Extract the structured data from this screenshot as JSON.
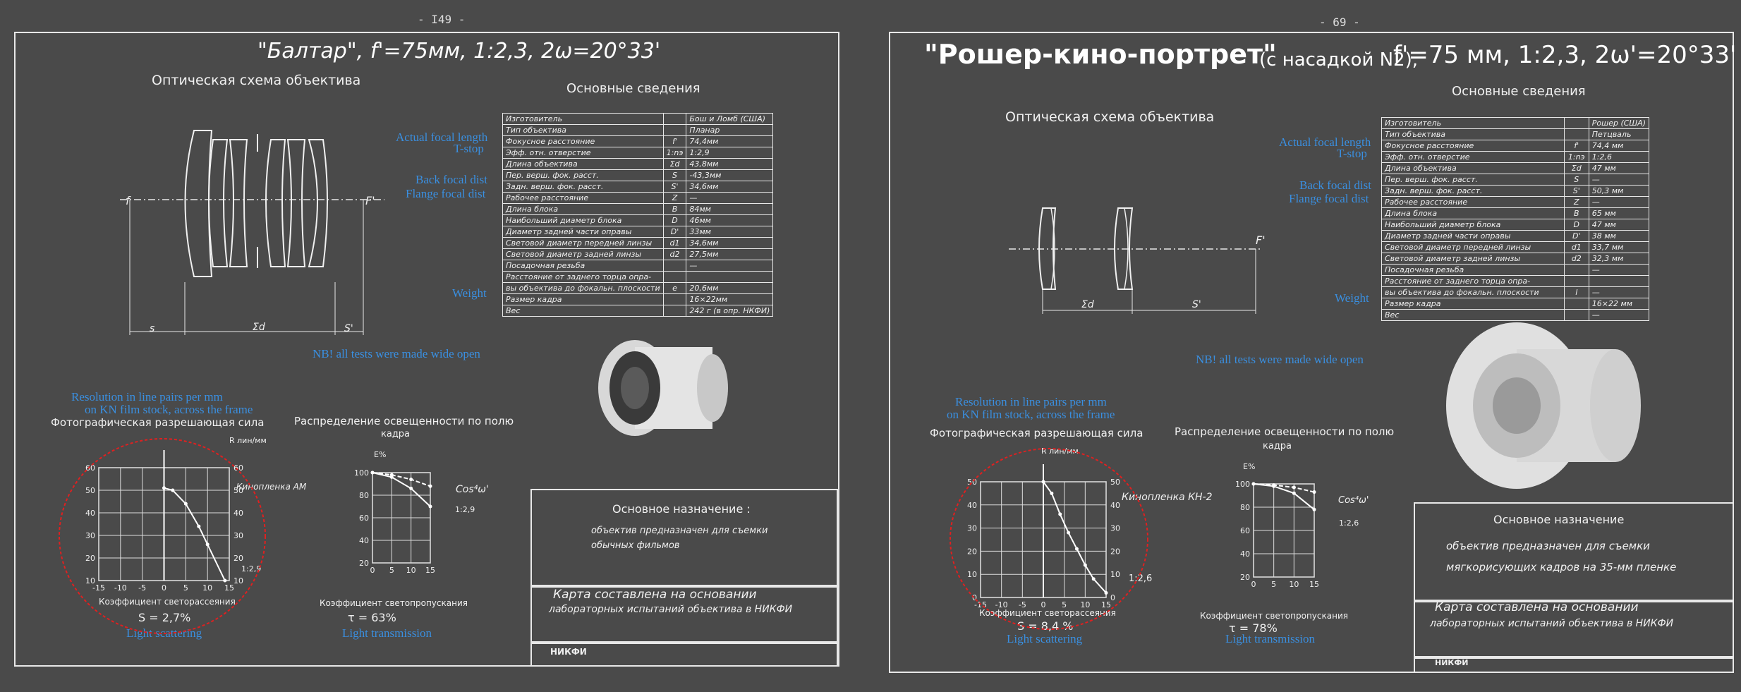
{
  "left": {
    "page_number": "- I49 -",
    "title": "\"Балтар\", f'=75мм, 1:2,3, 2ω=20°33'",
    "optical_scheme_label": "Оптическая схема объектива",
    "basic_info_label": "Основные сведения",
    "scheme_marks": {
      "f": "f",
      "f2": "F'",
      "s": "s",
      "sd": "Σd",
      "s2": "S'"
    },
    "notes": {
      "focal": "Actual focal length",
      "tstop": "T-stop",
      "bfd": "Back focal dist",
      "flange": "Flange focal dist",
      "weight": "Weight",
      "nb": "NB! all tests were made wide open",
      "resolution1": "Resolution in line pairs per mm",
      "resolution2": "on KN film stock, across the frame",
      "scatter": "Light scattering",
      "transmission": "Light transmission"
    },
    "spec_rows": [
      {
        "label": "Изготовитель",
        "sym": "",
        "val": "Бош и Ломб (США)"
      },
      {
        "label": "Тип объектива",
        "sym": "",
        "val": "Планар"
      },
      {
        "label": "Фокусное расстояние",
        "sym": "f'",
        "val": "74,4мм"
      },
      {
        "label": "Эфф. отн. отверстие",
        "sym": "1:nэ",
        "val": "1:2,9"
      },
      {
        "label": "Длина объектива",
        "sym": "Σd",
        "val": "43,8мм"
      },
      {
        "label": "Пер. верш. фок. расст.",
        "sym": "S",
        "val": "-43,3мм"
      },
      {
        "label": "Задн. верш. фок. расст.",
        "sym": "S'",
        "val": "34,6мм"
      },
      {
        "label": "Рабочее расстояние",
        "sym": "Z",
        "val": "—"
      },
      {
        "label": "Длина блока",
        "sym": "B",
        "val": "84мм"
      },
      {
        "label": "Наибольший диаметр блока",
        "sym": "D",
        "val": "46мм"
      },
      {
        "label": "Диаметр задней части оправы",
        "sym": "D'",
        "val": "33мм"
      },
      {
        "label": "Световой диаметр передней линзы",
        "sym": "d1",
        "val": "34,6мм"
      },
      {
        "label": "Световой диаметр задней линзы",
        "sym": "d2",
        "val": "27,5мм"
      },
      {
        "label": "Посадочная резьба",
        "sym": "",
        "val": "—"
      },
      {
        "label": "Расстояние от заднего торца опра-",
        "sym": "",
        "val": ""
      },
      {
        "label": "вы объектива до фокальн. плоскости",
        "sym": "e",
        "val": "20,6мм"
      },
      {
        "label": "Размер кадра",
        "sym": "",
        "val": "16×22мм"
      },
      {
        "label": "Вес",
        "sym": "",
        "val": "242 г (в опр. НКФИ)"
      }
    ],
    "resolution_title": "Фотографическая разрешающая сила",
    "resolution_axis": "R лин/мм",
    "film_label": "Кинопленка АМ",
    "aperture_label": "1:2,9",
    "scatter_axis": "Коэффициент светорассеяния",
    "scatter_value": "S = 2,7%",
    "illum_title1": "Распределение освещенности по полю",
    "illum_title2": "кадра",
    "illum_axis": "E%",
    "cos_label": "Cos⁴ω'",
    "illum_aperture": "1:2,9",
    "transmission_axis": "Коэффициент светопропускания",
    "transmission_value": "τ = 63%",
    "purpose_title": "Основное назначение :",
    "purpose_text1": "объектив предназначен для съемки",
    "purpose_text2": "обычных фильмов",
    "card_text1": "Карта составлена на основании",
    "card_text2": "лабораторных испытаний объектива в НИКФИ",
    "institute": "НИКФИ"
  },
  "right": {
    "page_number": "- 69 -",
    "title_main": "\"Рошер-кино-портрет\"",
    "title_sub": "(с насадкой N2),",
    "title_params": "f'=75 мм, 1:2,3, 2ω'=20°33'",
    "optical_scheme_label": "Оптическая схема объектива",
    "basic_info_label": "Основные сведения",
    "scheme_marks": {
      "f2": "F'",
      "sd": "Σd",
      "s2": "S'"
    },
    "notes": {
      "focal": "Actual focal length",
      "tstop": "T-stop",
      "bfd": "Back focal dist",
      "flange": "Flange focal dist",
      "weight": "Weight",
      "nb": "NB! all tests were made wide open",
      "resolution1": "Resolution in line pairs per mm",
      "resolution2": "on KN film stock, across the frame",
      "scatter": "Light scattering",
      "transmission": "Light transmission"
    },
    "spec_rows": [
      {
        "label": "Изготовитель",
        "sym": "",
        "val": "Рошер (США)"
      },
      {
        "label": "Тип объектива",
        "sym": "",
        "val": "Петцваль"
      },
      {
        "label": "Фокусное расстояние",
        "sym": "f'",
        "val": "74,4 мм"
      },
      {
        "label": "Эфф. отн. отверстие",
        "sym": "1:nэ",
        "val": "1:2,6"
      },
      {
        "label": "Длина объектива",
        "sym": "Σd",
        "val": "47 мм"
      },
      {
        "label": "Пер. верш. фок. расст.",
        "sym": "S",
        "val": "—"
      },
      {
        "label": "Задн. верш. фок. расст.",
        "sym": "S'",
        "val": "50,3 мм"
      },
      {
        "label": "Рабочее расстояние",
        "sym": "Z",
        "val": "—"
      },
      {
        "label": "Длина блока",
        "sym": "B",
        "val": "65 мм"
      },
      {
        "label": "Наибольший диаметр блока",
        "sym": "D",
        "val": "47 мм"
      },
      {
        "label": "Диаметр задней части оправы",
        "sym": "D'",
        "val": "38 мм"
      },
      {
        "label": "Световой диаметр передней линзы",
        "sym": "d1",
        "val": "33,7 мм"
      },
      {
        "label": "Световой диаметр задней линзы",
        "sym": "d2",
        "val": "32,3 мм"
      },
      {
        "label": "Посадочная резьба",
        "sym": "",
        "val": "—"
      },
      {
        "label": "Расстояние от заднего торца опра-",
        "sym": "",
        "val": ""
      },
      {
        "label": "вы объектива до фокальн. плоскости",
        "sym": "l",
        "val": "—"
      },
      {
        "label": "Размер кадра",
        "sym": "",
        "val": "16×22 мм"
      },
      {
        "label": "Вес",
        "sym": "",
        "val": "—"
      }
    ],
    "resolution_title": "Фотографическая разрешающая сила",
    "resolution_axis": "R лин/мм",
    "film_label": "Кинопленка КН-2",
    "aperture_label": "1:2,6",
    "scatter_axis": "Коэффициент светорассеяния",
    "scatter_value": "S = 8,4 %",
    "illum_title1": "Распределение освещенности по полю",
    "illum_title2": "кадра",
    "illum_axis": "E%",
    "cos_label": "Cos⁴ω'",
    "illum_aperture": "1:2,6",
    "transmission_axis": "Коэффициент светопропускания",
    "transmission_value": "τ = 78%",
    "purpose_title": "Основное назначение",
    "purpose_text1": "объектив предназначен для съемки",
    "purpose_text2": "мягкорисующих кадров на 35-мм пленке",
    "card_text1": "Карта составлена на основании",
    "card_text2": "лабораторных испытаний объектива в НИКФИ",
    "institute": "НИКФИ"
  },
  "chart_data": [
    {
      "type": "line",
      "name": "left-resolution",
      "x": [
        0,
        2,
        5,
        8,
        10,
        14
      ],
      "y": [
        51,
        50,
        44,
        34,
        26,
        10
      ],
      "xlim": [
        -15,
        15
      ],
      "ylim": [
        10,
        60
      ],
      "xticks": [
        -15,
        -10,
        -5,
        0,
        5,
        10,
        15
      ],
      "yticks": [
        10,
        20,
        30,
        40,
        50,
        60
      ],
      "xlabel": "",
      "ylabel": "R лин/мм"
    },
    {
      "type": "line",
      "name": "left-illumination",
      "series": [
        {
          "x": [
            0,
            5,
            10,
            15
          ],
          "y": [
            100,
            98,
            94,
            88
          ]
        },
        {
          "x": [
            0,
            5,
            10,
            15
          ],
          "y": [
            100,
            96,
            86,
            70
          ]
        }
      ],
      "xlim": [
        0,
        15
      ],
      "ylim": [
        20,
        100
      ],
      "xticks": [
        0,
        5,
        10,
        15
      ],
      "yticks": [
        20,
        40,
        60,
        80,
        100
      ],
      "ylabel": "E%"
    },
    {
      "type": "line",
      "name": "right-resolution",
      "x": [
        0,
        2,
        4,
        6,
        8,
        10,
        12,
        15
      ],
      "y": [
        50,
        45,
        36,
        28,
        21,
        14,
        8,
        2
      ],
      "xlim": [
        -15,
        15
      ],
      "ylim": [
        0,
        50
      ],
      "xticks": [
        -15,
        -10,
        -5,
        0,
        5,
        10,
        15
      ],
      "yticks": [
        0,
        10,
        20,
        30,
        40,
        50
      ],
      "ylabel": "R лин/мм"
    },
    {
      "type": "line",
      "name": "right-illumination",
      "series": [
        {
          "x": [
            0,
            5,
            10,
            15
          ],
          "y": [
            100,
            99,
            97,
            93
          ]
        },
        {
          "x": [
            0,
            5,
            10,
            15
          ],
          "y": [
            100,
            98,
            92,
            78
          ]
        }
      ],
      "xlim": [
        0,
        15
      ],
      "ylim": [
        20,
        100
      ],
      "xticks": [
        0,
        5,
        10,
        15
      ],
      "yticks": [
        20,
        40,
        60,
        80,
        100
      ],
      "ylabel": "E%"
    }
  ]
}
